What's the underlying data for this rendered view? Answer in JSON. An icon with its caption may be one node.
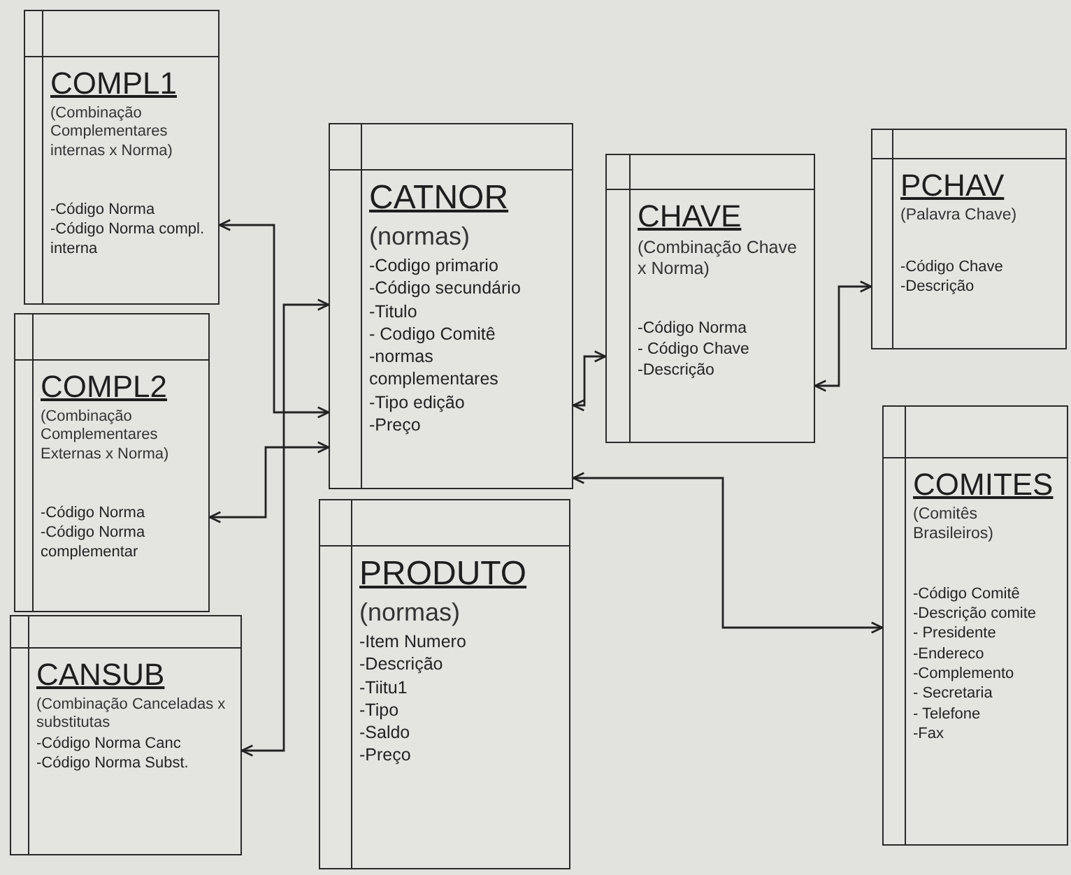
{
  "diagram": {
    "nodes": [
      {
        "text": [
          "COMPL1",
          "(Combinação Complementares internas x Norma)",
          "-Código Norma",
          "-Código Norma compl. interna"
        ]
      },
      {
        "text": [
          "COMPL2",
          "(Combinação Complementares Externas x Norma)",
          "-Código Norma",
          "-Código Norma complementar"
        ]
      },
      {
        "text": [
          "CANSUB",
          "(Combinação Canceladas x substitutas",
          "-Código Norma Canc",
          "-Código Norma Subst."
        ]
      },
      {
        "text": [
          "CATNOR",
          "(normas)",
          "-Codigo primario",
          "-Código secundário",
          "-Titulo",
          "- Codigo Comitê",
          "-normas complementares",
          "-Tipo edição",
          "-Preço"
        ]
      },
      {
        "text": [
          "PRODUTO",
          "(normas)",
          "-Item Numero",
          "-Descrição",
          "-Tiitu1",
          "-Tipo",
          "-Saldo",
          "-Preço"
        ]
      },
      {
        "text": [
          "CHAVE",
          "(Combinação Chave x Norma)",
          "-Código Norma",
          "- Código Chave",
          "-Descrição"
        ]
      },
      {
        "text": [
          "PCHAV",
          "(Palavra Chave)",
          "-Código Chave",
          "-Descrição"
        ]
      },
      {
        "text": [
          "COMITES",
          "(Comitês Brasileiros)",
          "-Código Comitê",
          "-Descrição comite",
          "- Presidente",
          "-Endereco",
          "-Complemento",
          "- Secretaria",
          "- Telefone",
          "-Fax"
        ]
      }
    ],
    "edges": [
      {
        "from": 0,
        "to": 3,
        "arrow": "both"
      },
      {
        "from": 1,
        "to": 3,
        "arrow": "both"
      },
      {
        "from": 2,
        "to": 3,
        "arrow": "both"
      },
      {
        "from": 3,
        "to": 5,
        "arrow": "both"
      },
      {
        "from": 5,
        "to": 6,
        "arrow": "both"
      },
      {
        "from": 3,
        "to": 7,
        "arrow": "both"
      }
    ]
  }
}
